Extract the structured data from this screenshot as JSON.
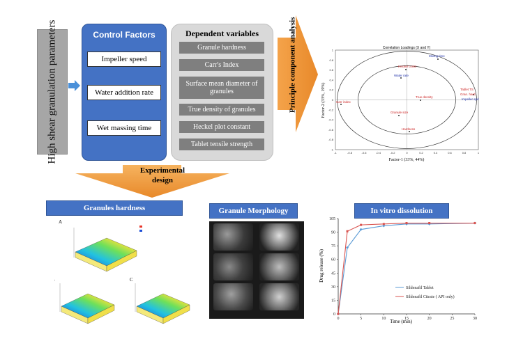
{
  "params_box": {
    "label": "High shear granulation parameters"
  },
  "control_factors": {
    "title": "Control Factors",
    "items": [
      "Impeller speed",
      "Water addition rate",
      "Wet massing time"
    ]
  },
  "dependent_variables": {
    "title": "Dependent variables",
    "items": [
      "Granule hardness",
      "Carr's Index",
      "Surface mean diameter of granules",
      "True density of granules",
      "Heckel plot constant",
      "Tablet tensile strength"
    ]
  },
  "pca_arrow": {
    "label": "Principle component analysis"
  },
  "design_arrow": {
    "label": "Experimental design"
  },
  "correlation_plot": {
    "title": "Correlation Loadings (X and Y)",
    "xlabel": "Factor-1 (33%, 44%)",
    "ylabel": "Factor-2 (33%, 19%)",
    "xticks": [
      "-1",
      "-0.8",
      "-0.6",
      "-0.4",
      "-0.2",
      "0",
      "0.2",
      "0.4",
      "0.6",
      "0.8",
      "1"
    ],
    "yticks": [
      "1",
      "0.8",
      "0.6",
      "0.4",
      "0.2",
      "0",
      "-0.2",
      "-0.4",
      "-0.6",
      "-0.8",
      "-1"
    ]
  },
  "granules_panel": {
    "title": "Granules hardness",
    "subplot_labels": [
      "A",
      "B",
      "C"
    ]
  },
  "morphology_panel": {
    "title": "Granule Morphology"
  },
  "dissolution_panel": {
    "title": "In vitro dissolution"
  },
  "chart_data": {
    "type": "line",
    "title": "In vitro dissolution",
    "xlabel": "Time (min)",
    "ylabel": "Drug release (%)",
    "xlim": [
      0,
      30
    ],
    "ylim": [
      0,
      105
    ],
    "xticks": [
      0,
      5,
      10,
      15,
      20,
      25,
      30
    ],
    "yticks": [
      0,
      15,
      30,
      45,
      60,
      75,
      90,
      105
    ],
    "legend_position": "bottom-right",
    "series": [
      {
        "name": "Sildenafil Tablet",
        "color": "#5b9bd5",
        "x": [
          0,
          2,
          5,
          10,
          15,
          20,
          30
        ],
        "y": [
          0,
          73,
          93,
          97,
          99,
          99,
          100
        ]
      },
      {
        "name": "Sildenafil Citrate ( API only)",
        "color": "#d9534f",
        "x": [
          0,
          2,
          5,
          10,
          15,
          20,
          30
        ],
        "y": [
          0,
          91,
          98,
          99,
          100,
          100,
          100
        ]
      }
    ]
  }
}
